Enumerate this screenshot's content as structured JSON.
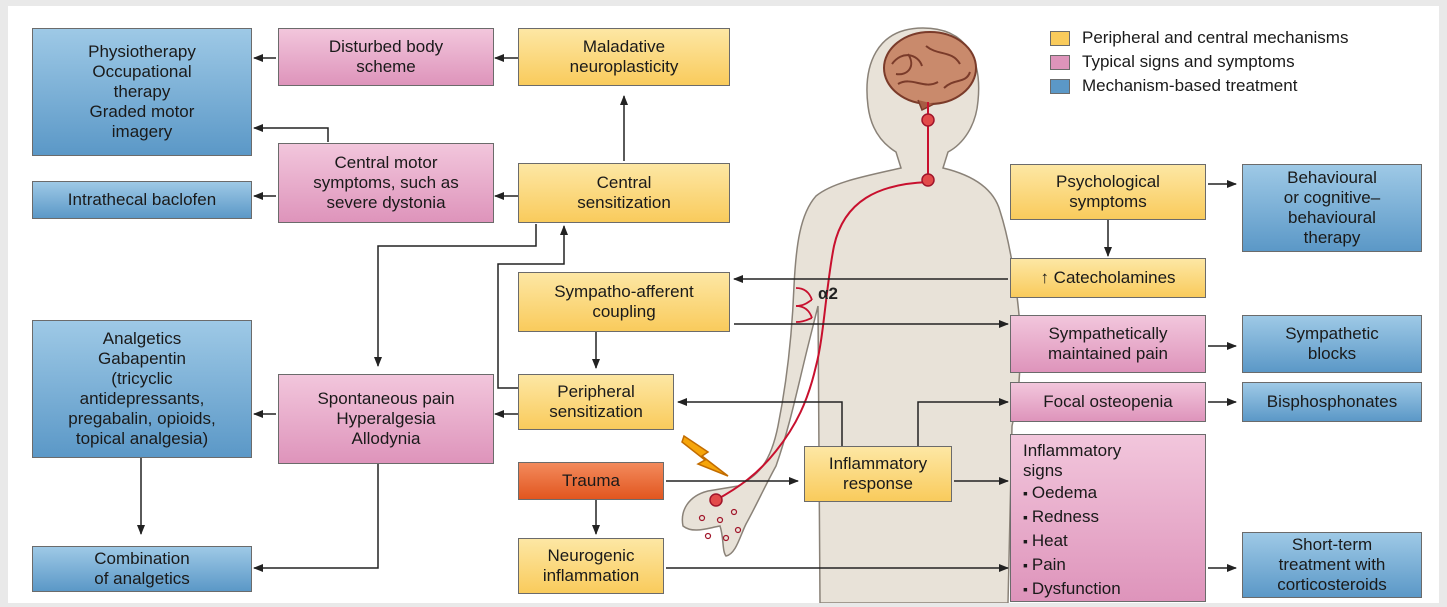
{
  "legend": {
    "mechanisms": "Peripheral and central mechanisms",
    "signs": "Typical signs and symptoms",
    "treatment": "Mechanism-based treatment"
  },
  "colors": {
    "mechanism": "#f9cb5c",
    "sign": "#de94bb",
    "treatment": "#5b98c7",
    "trauma": "#e1561f",
    "nerve": "#c8102e",
    "body": "#e8e2d8"
  },
  "boxes": {
    "physiotherapy": [
      "Physiotherapy",
      "Occupational",
      "therapy",
      "Graded motor",
      "imagery"
    ],
    "disturbed_body_scheme": [
      "Disturbed body",
      "scheme"
    ],
    "maladative_neuroplasticity": [
      "Maladative",
      "neuroplasticity"
    ],
    "central_motor_symptoms": [
      "Central motor",
      "symptoms, such as",
      "severe dystonia"
    ],
    "intrathecal_baclofen": [
      "Intrathecal baclofen"
    ],
    "central_sensitization": [
      "Central",
      "sensitization"
    ],
    "psychological_symptoms": [
      "Psychological",
      "symptoms"
    ],
    "behavioural_therapy": [
      "Behavioural",
      "or cognitive–",
      "behavioural",
      "therapy"
    ],
    "catecholamines": [
      "↑ Catecholamines"
    ],
    "sympatho_afferent_coupling": [
      "Sympatho-afferent",
      "coupling"
    ],
    "sympathetically_maintained_pain": [
      "Sympathetically",
      "maintained pain"
    ],
    "sympathetic_blocks": [
      "Sympathetic",
      "blocks"
    ],
    "analgetics": [
      "Analgetics",
      "Gabapentin",
      "(tricyclic",
      "antidepressants,",
      "pregabalin, opioids,",
      "topical analgesia)"
    ],
    "spontaneous_pain": [
      "Spontaneous pain",
      "Hyperalgesia",
      "Allodynia"
    ],
    "peripheral_sensitization": [
      "Peripheral",
      "sensitization"
    ],
    "focal_osteopenia": [
      "Focal osteopenia"
    ],
    "bisphosphonates": [
      "Bisphosphonates"
    ],
    "trauma": [
      "Trauma"
    ],
    "inflammatory_response": [
      "Inflammatory",
      "response"
    ],
    "combination_of_analgetics": [
      "Combination",
      "of analgetics"
    ],
    "neurogenic_inflammation": [
      "Neurogenic",
      "inflammation"
    ],
    "short_term_treatment": [
      "Short-term",
      "treatment with",
      "corticosteroids"
    ]
  },
  "inflammatory_signs": {
    "heading": [
      "Inflammatory",
      "signs"
    ],
    "items": [
      "Oedema",
      "Redness",
      "Heat",
      "Pain",
      "Dysfunction"
    ]
  },
  "alpha_label": "α2",
  "icons": {
    "trauma": "lightning-bolt-icon"
  }
}
